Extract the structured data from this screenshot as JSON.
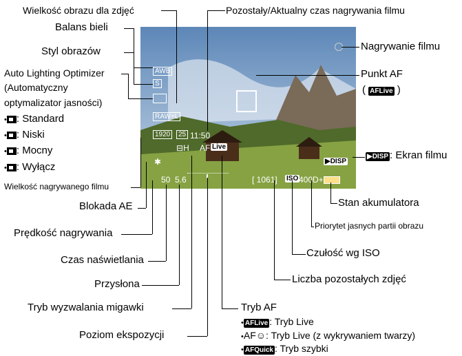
{
  "labels": {
    "image_size": "Wielkość obrazu dla zdjęć",
    "remaining_time": "Pozostały/Aktualny czas nagrywania filmu",
    "white_balance": "Balans bieli",
    "picture_style": "Styl obrazów",
    "alo_1": "Auto Lighting Optimizer",
    "alo_2": "(Automatyczny",
    "alo_3": "optymalizator jasności)",
    "alo_standard": ": Standard",
    "alo_low": ": Niski",
    "alo_high": ": Mocny",
    "alo_off": ": Wyłącz",
    "movie_size": "Wielkość nagrywanego filmu",
    "ae_lock": "Blokada AE",
    "frame_rate": "Prędkość nagrywania",
    "shutter_speed": "Czas naświetlania",
    "aperture": "Przysłona",
    "drive_mode": "Tryb wyzwalania migawki",
    "exposure_level": "Poziom ekspozycji",
    "movie_recording": "Nagrywanie filmu",
    "af_point": "Punkt AF",
    "af_point_paren_open": "(",
    "af_point_paren_close": ")",
    "movie_display": ": Ekran filmu",
    "battery": "Stan akumulatora",
    "highlight_priority": "Priorytet jasnych partii obrazu",
    "iso": "Czułość wg ISO",
    "shots_remaining": "Liczba pozostałych zdjęć",
    "af_mode": "Tryb AF",
    "af_live": ": Tryb Live",
    "af_face": ": Tryb Live (z wykrywaniem twarzy)",
    "af_quick": ": Tryb szybki"
  },
  "badges": {
    "af": "AF",
    "live": "Live",
    "quick": "Quick",
    "disp": "DISP"
  },
  "screen": {
    "awb": "AWB",
    "picture_style": "S",
    "raw": "RAW+L",
    "movie_size": "1920",
    "fps": "25",
    "time": "11:50",
    "drive": "H",
    "af_mode": "AF",
    "af_live": "Live",
    "ae_lock": "✱",
    "shutter": "50",
    "aperture": "5.6",
    "shots": "[ 1061]",
    "iso_badge": "ISO",
    "iso": "400",
    "hl_priority": "D+",
    "disp": "DISP"
  },
  "colors": {
    "sky": "#8fb2d4",
    "grass": "#6e8a3a",
    "mountain": "#7a6a58"
  }
}
